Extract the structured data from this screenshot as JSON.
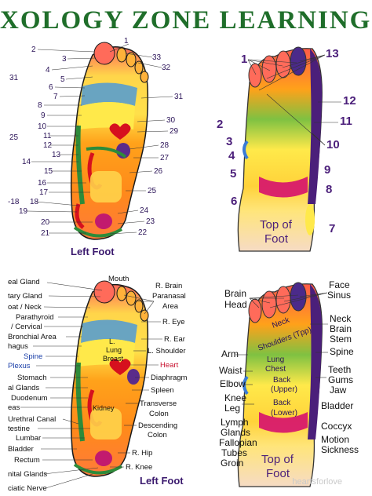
{
  "title": "XOLOGY ZONE LEARNING",
  "colors": {
    "green": "#1f6e2a",
    "purple": "#4b1f7a",
    "red": "#c8102e",
    "skin": "#f6dbc4"
  },
  "panel1": {
    "caption": "Left Foot",
    "labels_left": [
      "2",
      "3",
      "4",
      "5",
      "6",
      "7",
      "8",
      "9",
      "10",
      "11",
      "12",
      "13",
      "14",
      "15",
      "16",
      "17",
      "18",
      "19",
      "20",
      "21"
    ],
    "labels_right": [
      "1",
      "33",
      "32",
      "31",
      "30",
      "29",
      "28",
      "27",
      "26",
      "25",
      "24",
      "23",
      "22"
    ],
    "edge_labels": [
      "31",
      "25",
      "-18"
    ]
  },
  "panel2": {
    "left": [
      "1",
      "2",
      "3",
      "4",
      "5",
      "6"
    ],
    "right": [
      "13",
      "12",
      "11",
      "10",
      "9",
      "8",
      "7"
    ],
    "caption_line1": "Top of",
    "caption_line2": "Foot"
  },
  "panel3": {
    "caption": "Left Foot",
    "labels_left": [
      "eal Gland",
      "tary Gland",
      "oat / Neck",
      "Parathyroid",
      "/ Cervical",
      "Bronchial Area",
      "hagus",
      "Spine",
      "Plexus",
      "Stomach",
      "al Glands",
      "Duodenum",
      "eas",
      "Urethral Canal",
      "testine",
      "Lumbar",
      "Bladder",
      "Rectum",
      "nital Glands",
      "ciatic Nerve"
    ],
    "labels_top": [
      "Mouth"
    ],
    "labels_right": [
      "R. Brain",
      "Paranasal",
      "Area",
      "R. Eye",
      "R. Ear",
      "L. Shoulder",
      "Heart",
      "Diaphragm",
      "Spleen",
      "Transverse",
      "Colon",
      "Descending",
      "Colon",
      "R. Hip",
      "R. Knee"
    ],
    "in_foot": [
      "L.",
      "Lung",
      "Breast",
      "Kidney"
    ]
  },
  "panel4": {
    "left": [
      "Brain",
      "Head",
      "Arm",
      "Waist",
      "Elbow",
      "Knee",
      "Leg",
      "Lymph",
      "Glands",
      "Fallopian",
      "Tubes",
      "Groin"
    ],
    "right": [
      "Face",
      "Sinus",
      "Neck",
      "Brain",
      "Stem",
      "Spine",
      "Teeth",
      "Gums",
      "Jaw",
      "Bladder",
      "Coccyx",
      "Motion",
      "Sickness"
    ],
    "in_foot": [
      "Neck",
      "Shoulders (Tpp)",
      "Lung",
      "Chest",
      "Back",
      "(Upper)",
      "Back",
      "(Lower)"
    ],
    "caption_line1": "Top of",
    "caption_line2": "Foot"
  },
  "watermark": "heartsforlove"
}
